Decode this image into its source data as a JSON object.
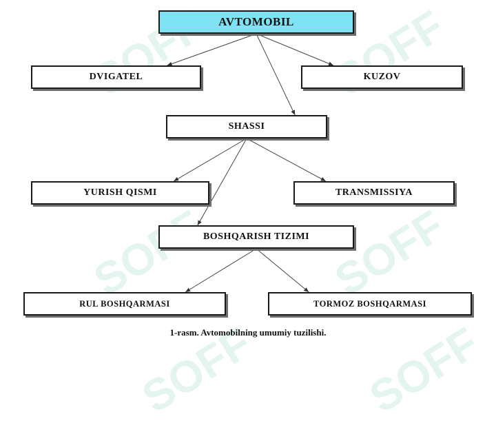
{
  "diagram": {
    "nodes": {
      "avtomobil": "AVTOMOBIL",
      "dvigatel": "DVIGATEL",
      "kuzov": "KUZOV",
      "shassi": "SHASSI",
      "yurish_qismi": "YURISH QISMI",
      "transmissiya": "TRANSMISSIYA",
      "boshqarish_tizimi": "BOSHQARISH TIZIMI",
      "rul_boshqarmasi": "RUL BOSHQARMASI",
      "tormoz_boshqarmasi": "TORMOZ BOSHQARMASI"
    },
    "edges": [
      [
        "avtomobil",
        "dvigatel"
      ],
      [
        "avtomobil",
        "kuzov"
      ],
      [
        "avtomobil",
        "shassi"
      ],
      [
        "shassi",
        "yurish_qismi"
      ],
      [
        "shassi",
        "transmissiya"
      ],
      [
        "shassi",
        "boshqarish_tizimi"
      ],
      [
        "boshqarish_tizimi",
        "rul_boshqarmasi"
      ],
      [
        "boshqarish_tizimi",
        "tormoz_boshqarmasi"
      ]
    ],
    "caption": "1-rasm. Avtomobilning umumiy tuzilishi.",
    "root_color": "#7fe3f3"
  },
  "watermark": {
    "text": "SOFF",
    "color": "#78cdaf"
  }
}
